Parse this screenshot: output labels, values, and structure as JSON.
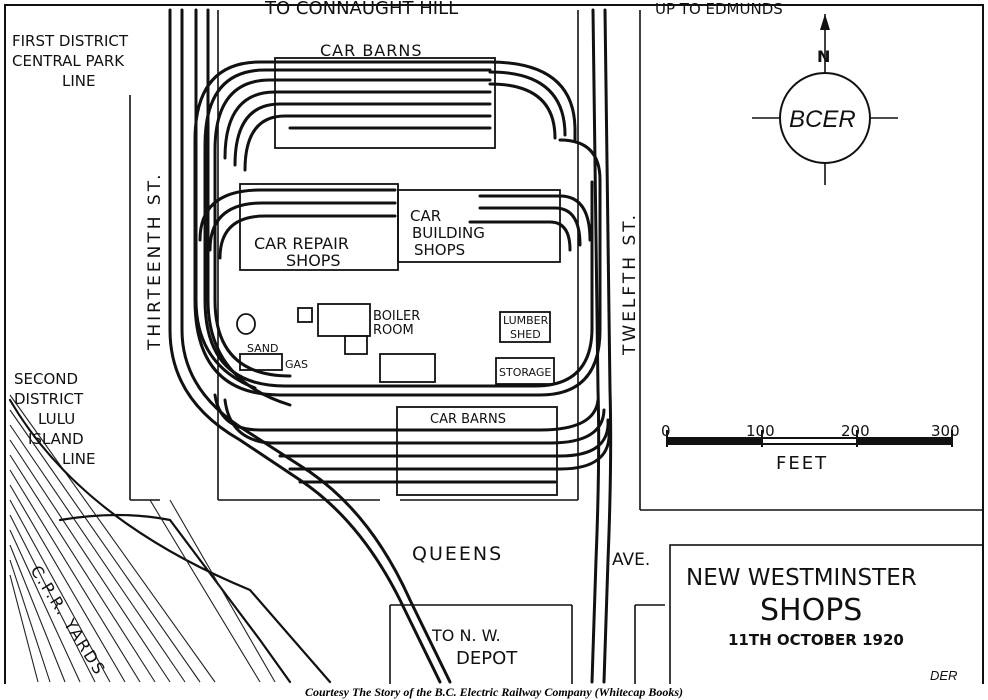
{
  "map": {
    "top_street_left": "TO CONNAUGHT HILL",
    "top_street_right": "UP TO EDMUNDS",
    "first_district": [
      "FIRST DISTRICT",
      "CENTRAL PARK",
      "LINE"
    ],
    "second_district": [
      "SECOND",
      "DISTRICT",
      "LULU",
      "ISLAND",
      "LINE"
    ],
    "streets": {
      "thirteenth": "THIRTEENTH ST.",
      "twelfth": "TWELFTH ST.",
      "queens": "QUEENS",
      "ave": "AVE."
    },
    "buildings": {
      "car_barns_top": "CAR BARNS",
      "car_repair": [
        "CAR REPAIR",
        "SHOPS"
      ],
      "car_building": [
        "CAR",
        "BUILDING",
        "SHOPS"
      ],
      "boiler": [
        "BOILER",
        "ROOM"
      ],
      "lumber": [
        "LUMBER",
        "SHED"
      ],
      "storage": "STORAGE",
      "sand": "SAND",
      "gas": "GAS",
      "car_barns_bottom": "CAR BARNS"
    },
    "cpr_yards": "C.P.R. YARDS",
    "depot": [
      "TO N. W.",
      "DEPOT"
    ],
    "compass": {
      "north": "N",
      "logo": "BCER"
    },
    "scale": {
      "ticks": [
        "0",
        "100",
        "200",
        "300"
      ],
      "unit": "FEET"
    },
    "title": {
      "line1": "NEW WESTMINSTER",
      "line2": "SHOPS",
      "date": "11TH OCTOBER 1920"
    },
    "initials": "DER"
  },
  "caption": "Courtesy The Story of the B.C. Electric Railway Company (Whitecap Books)"
}
